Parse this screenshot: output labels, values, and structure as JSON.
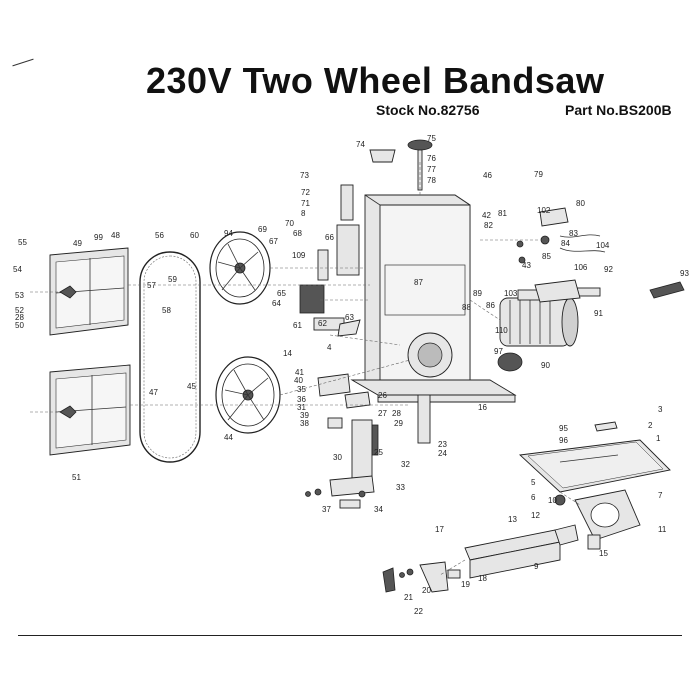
{
  "title": "230V Two Wheel Bandsaw",
  "stock_number": "Stock No.82756",
  "part_number": "Part No.BS200B",
  "callouts": [
    {
      "label": "75"
    },
    {
      "label": "74"
    },
    {
      "label": "76"
    },
    {
      "label": "77"
    },
    {
      "label": "78"
    },
    {
      "label": "73"
    },
    {
      "label": "72"
    },
    {
      "label": "71"
    },
    {
      "label": "8"
    },
    {
      "label": "70"
    },
    {
      "label": "69"
    },
    {
      "label": "68"
    },
    {
      "label": "66"
    },
    {
      "label": "67"
    },
    {
      "label": "109"
    },
    {
      "label": "65"
    },
    {
      "label": "64"
    },
    {
      "label": "61"
    },
    {
      "label": "62"
    },
    {
      "label": "63"
    },
    {
      "label": "60"
    },
    {
      "label": "94"
    },
    {
      "label": "56"
    },
    {
      "label": "55"
    },
    {
      "label": "49"
    },
    {
      "label": "99"
    },
    {
      "label": "48"
    },
    {
      "label": "54"
    },
    {
      "label": "53"
    },
    {
      "label": "52"
    },
    {
      "label": "28"
    },
    {
      "label": "50"
    },
    {
      "label": "57"
    },
    {
      "label": "59"
    },
    {
      "label": "58"
    },
    {
      "label": "46"
    },
    {
      "label": "79"
    },
    {
      "label": "42"
    },
    {
      "label": "81"
    },
    {
      "label": "102"
    },
    {
      "label": "80"
    },
    {
      "label": "82"
    },
    {
      "label": "83"
    },
    {
      "label": "84"
    },
    {
      "label": "85"
    },
    {
      "label": "43"
    },
    {
      "label": "104"
    },
    {
      "label": "103"
    },
    {
      "label": "106"
    },
    {
      "label": "92"
    },
    {
      "label": "93"
    },
    {
      "label": "87"
    },
    {
      "label": "86"
    },
    {
      "label": "88"
    },
    {
      "label": "89"
    },
    {
      "label": "91"
    },
    {
      "label": "110"
    },
    {
      "label": "97"
    },
    {
      "label": "90"
    },
    {
      "label": "16"
    },
    {
      "label": "14"
    },
    {
      "label": "4"
    },
    {
      "label": "45"
    },
    {
      "label": "47"
    },
    {
      "label": "44"
    },
    {
      "label": "41"
    },
    {
      "label": "40"
    },
    {
      "label": "35"
    },
    {
      "label": "36"
    },
    {
      "label": "31"
    },
    {
      "label": "39"
    },
    {
      "label": "38"
    },
    {
      "label": "26"
    },
    {
      "label": "27"
    },
    {
      "label": "28"
    },
    {
      "label": "29"
    },
    {
      "label": "25"
    },
    {
      "label": "23"
    },
    {
      "label": "24"
    },
    {
      "label": "30"
    },
    {
      "label": "32"
    },
    {
      "label": "33"
    },
    {
      "label": "34"
    },
    {
      "label": "37"
    },
    {
      "label": "51"
    },
    {
      "label": "3"
    },
    {
      "label": "2"
    },
    {
      "label": "95"
    },
    {
      "label": "96"
    },
    {
      "label": "1"
    },
    {
      "label": "5"
    },
    {
      "label": "6"
    },
    {
      "label": "7"
    },
    {
      "label": "11"
    },
    {
      "label": "12"
    },
    {
      "label": "13"
    },
    {
      "label": "9"
    },
    {
      "label": "15"
    },
    {
      "label": "17"
    },
    {
      "label": "18"
    },
    {
      "label": "19"
    },
    {
      "label": "20"
    },
    {
      "label": "21"
    },
    {
      "label": "22"
    },
    {
      "label": "10"
    }
  ]
}
